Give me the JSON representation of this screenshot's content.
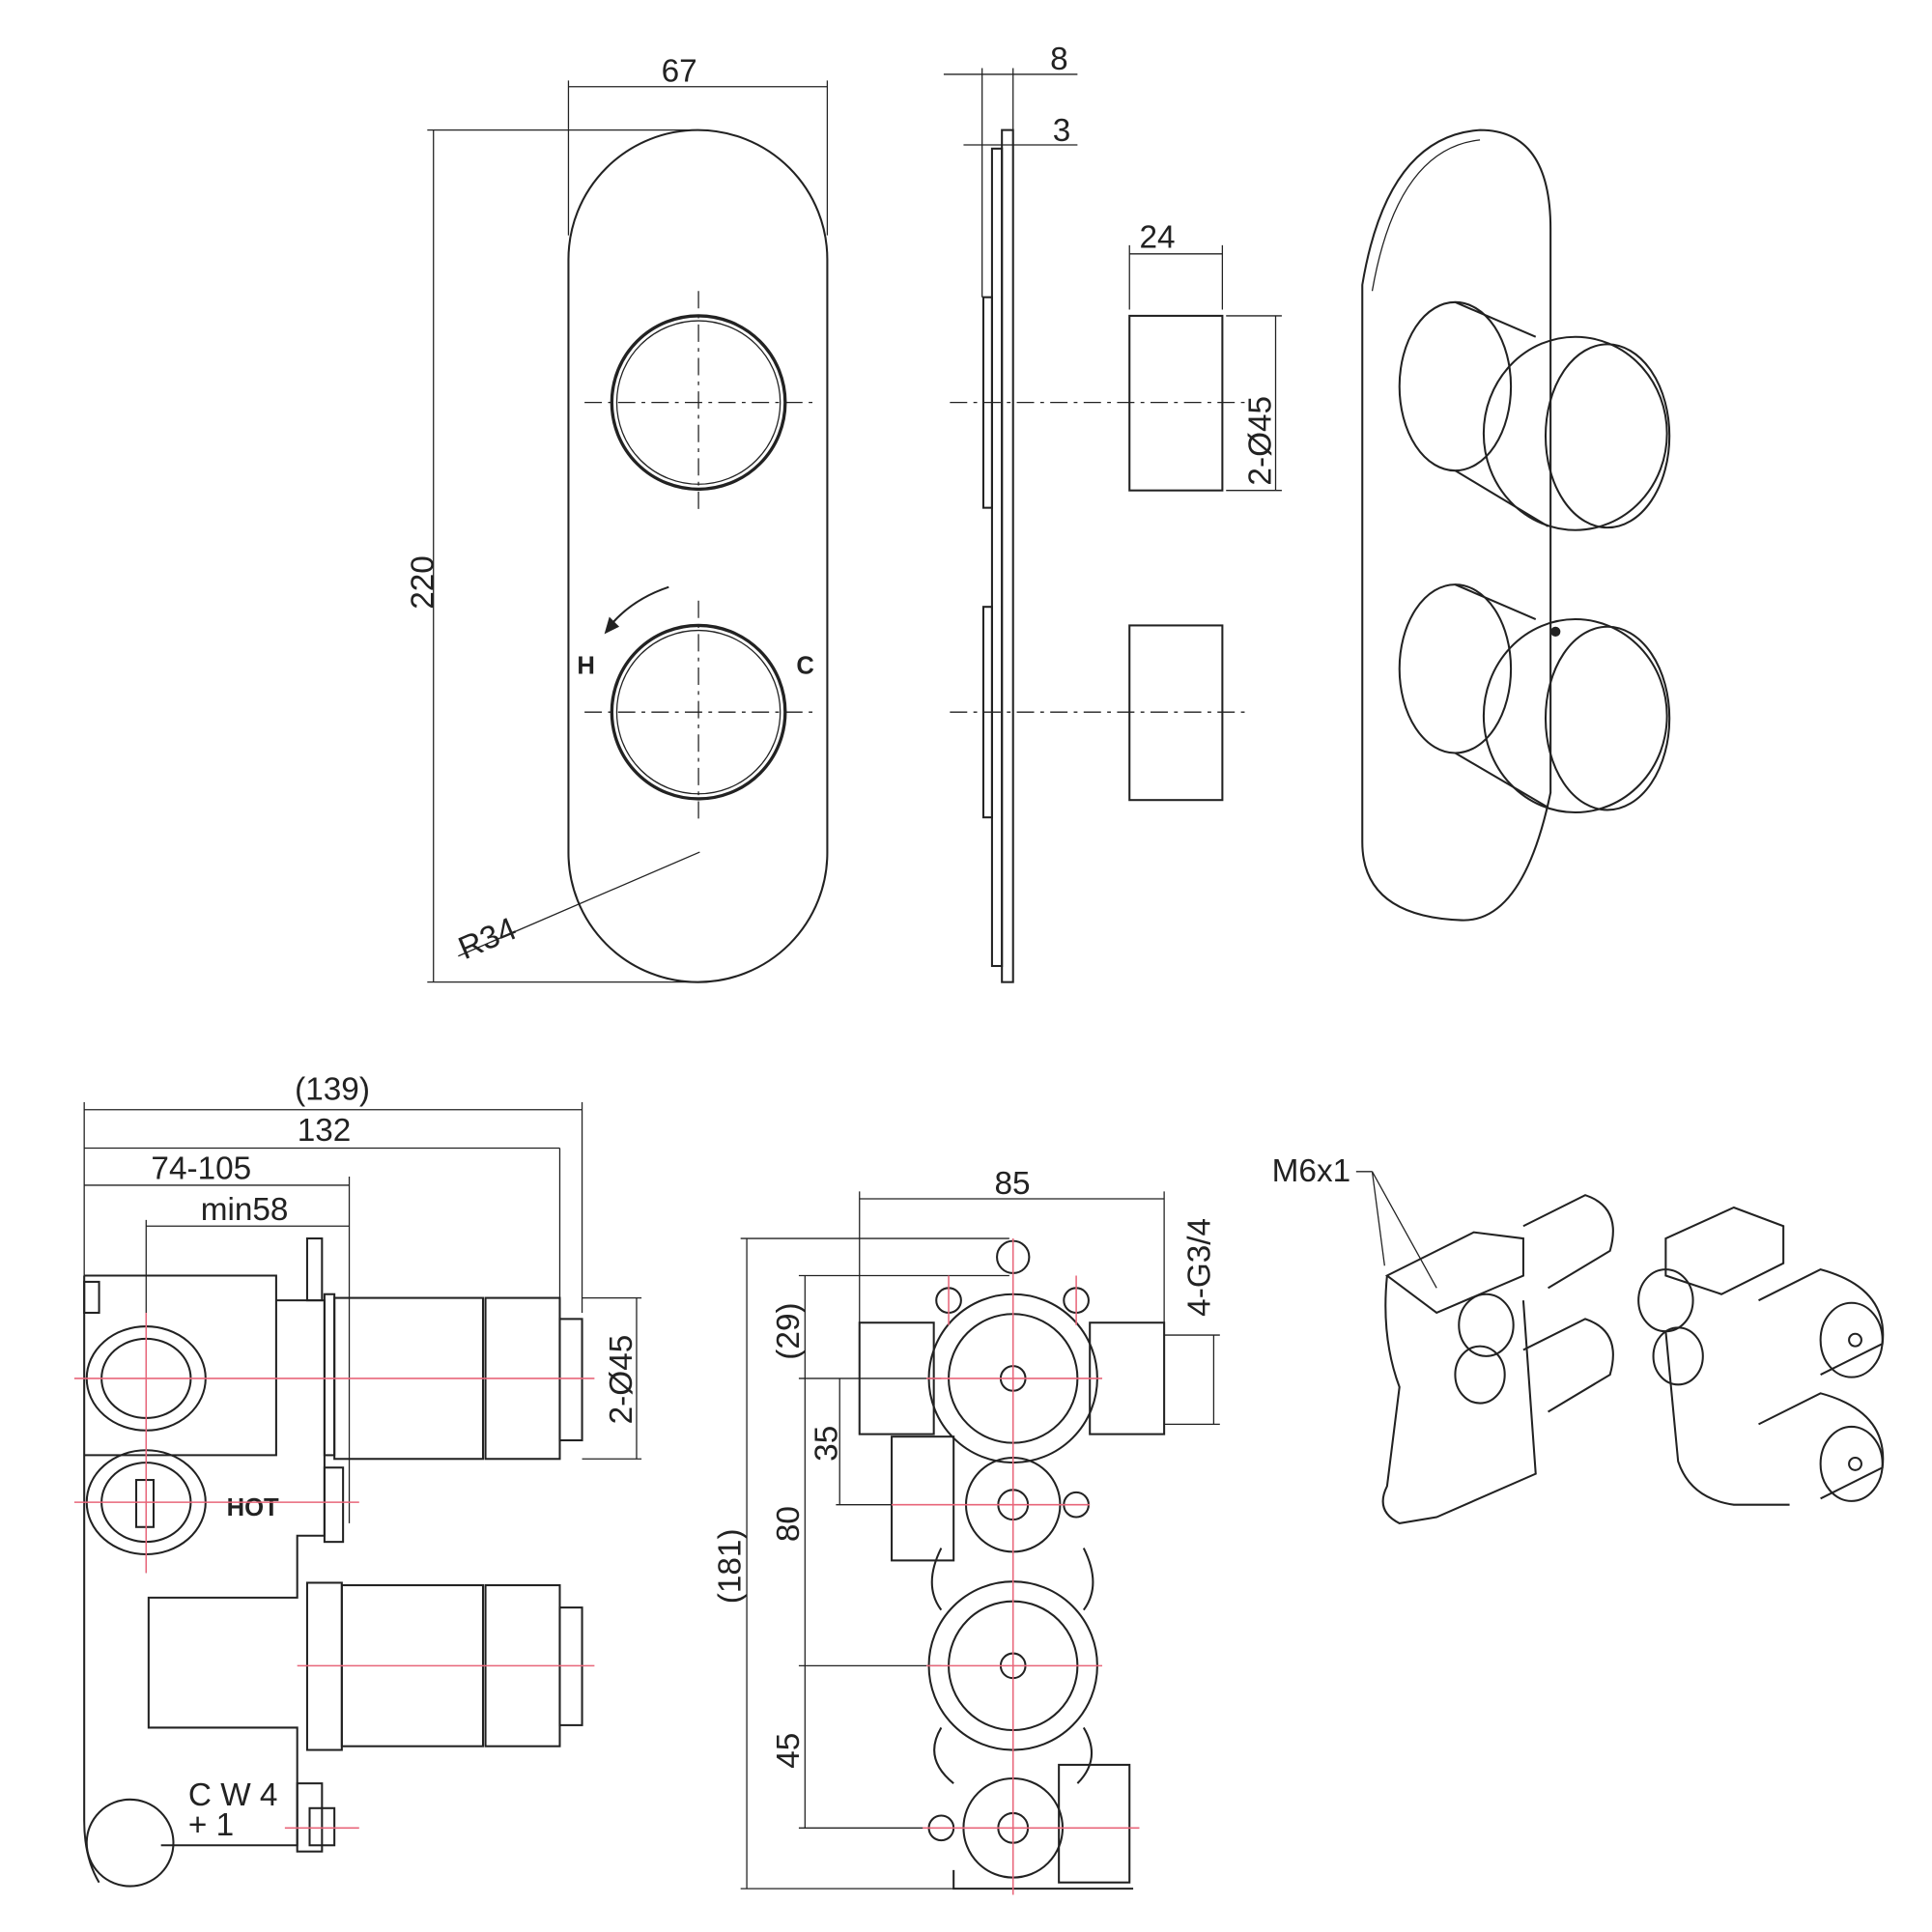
{
  "front_view": {
    "width_dim": "67",
    "height_dim": "220",
    "radius_dim": "R34",
    "hot_label": "H",
    "cold_label": "C"
  },
  "side_view": {
    "thickness_dim": "8",
    "plate_dim": "3"
  },
  "knob_view": {
    "depth_dim": "24",
    "diameter_dim": "2-Ø45"
  },
  "valve_side_view": {
    "overall_dim": "(139)",
    "length_dim": "132",
    "range_dim": "74-105",
    "min_dim": "min58",
    "diameter_dim": "2-Ø45",
    "hot_marking": "HOT",
    "marking_line1": "C W 4",
    "marking_line2": "+ 1"
  },
  "valve_front_view": {
    "width_dim": "85",
    "thread_dim": "4-G3/4",
    "top_offset_dim": "(29)",
    "spacing_dim": "35",
    "center_dim": "80",
    "overall_height_dim": "(181)",
    "bottom_dim": "45"
  },
  "isometric_view": {
    "thread_callout": "M6x1"
  },
  "colors": {
    "line": "#222222",
    "centerline": "#e8667a"
  }
}
